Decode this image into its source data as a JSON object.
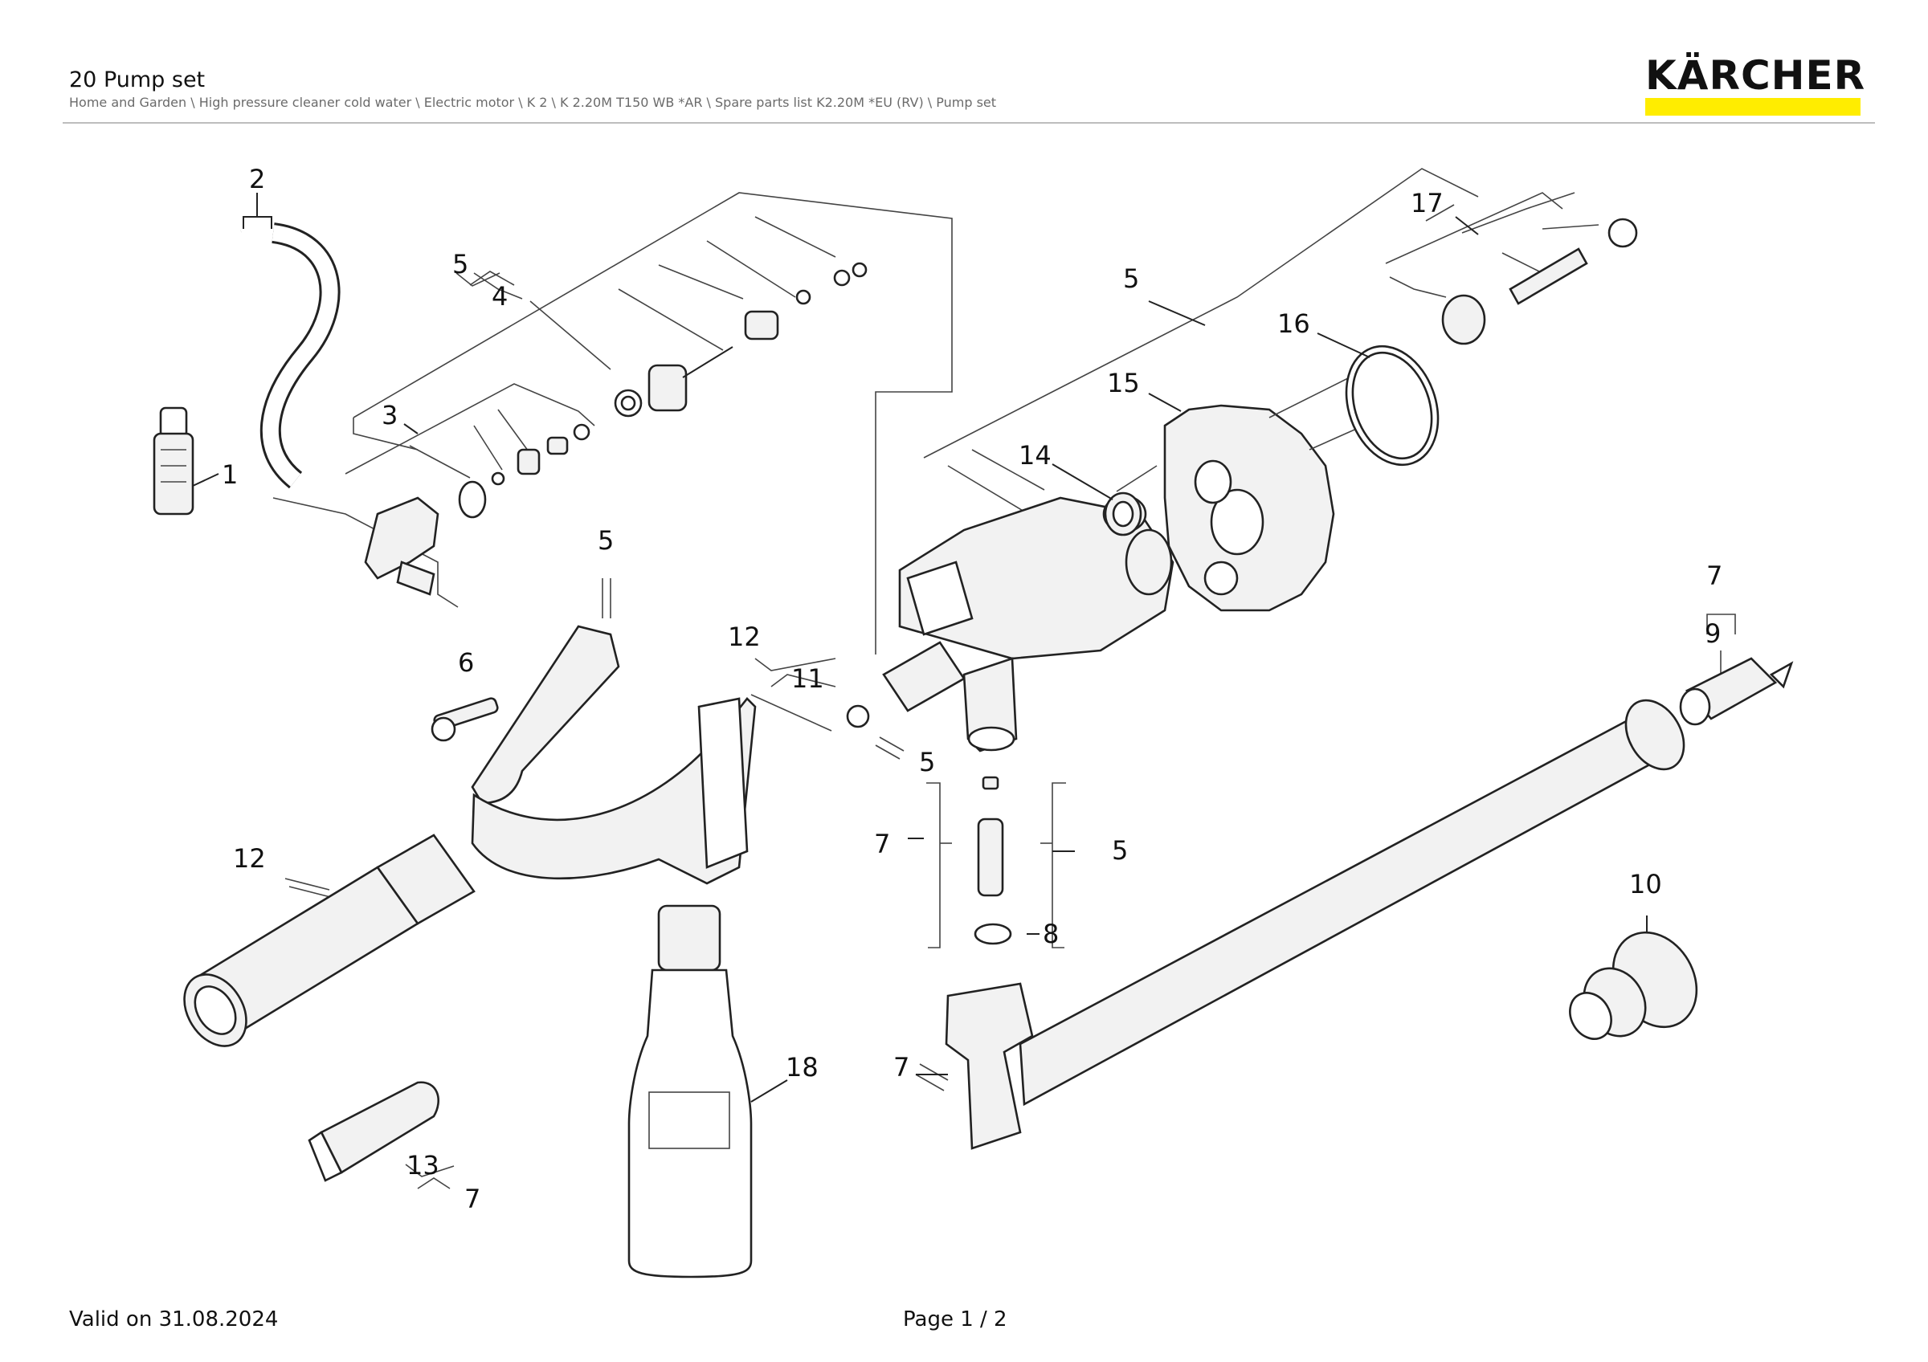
{
  "header": {
    "title": "20 Pump set",
    "breadcrumb": "Home and Garden \\ High pressure cleaner cold water \\ Electric motor \\ K 2 \\ K 2.20M T150 WB *AR \\ Spare parts list K2.20M *EU (RV) \\ Pump set",
    "brand": "KÄRCHER",
    "brand_color": "#ffed00"
  },
  "diagram": {
    "labels": [
      "2",
      "5",
      "4",
      "3",
      "1",
      "5",
      "6",
      "12",
      "11",
      "5",
      "7",
      "5",
      "8",
      "12",
      "13",
      "7",
      "18",
      "7",
      "5",
      "17",
      "16",
      "15",
      "14",
      "7",
      "9",
      "10"
    ]
  },
  "footer": {
    "valid": "Valid on 31.08.2024",
    "page": "Page 1 / 2"
  }
}
